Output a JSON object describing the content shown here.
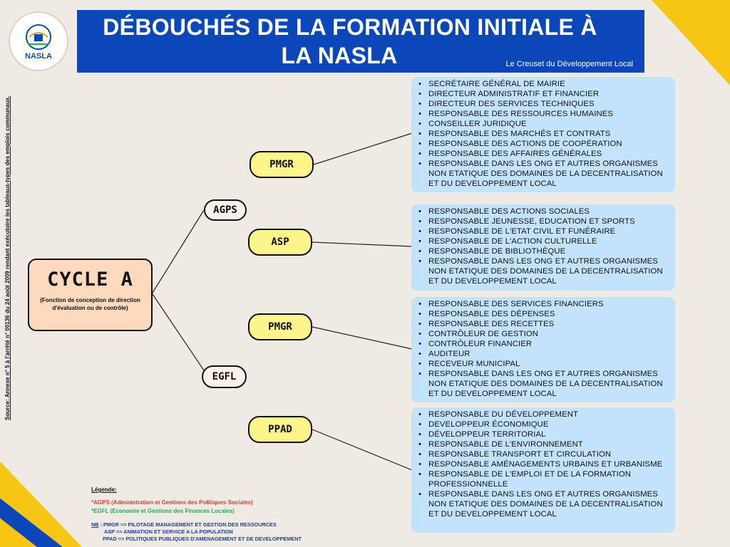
{
  "header": {
    "title_line1": "DÉBOUCHÉS DE LA FORMATION INITIALE À",
    "title_line2": "LA NASLA",
    "slogan": "Le Creuset du Développement Local",
    "logo_text": "NASLA"
  },
  "source": "Source: Annexe n° 5 à l'arrêté n° 00136 du 24 août 2009 rendant exécutoire les tableaux-types des emplois communaux.",
  "cycle": {
    "title": "CYCLE A",
    "subtitle": "(Fonction de conception de direction d'évaluation ou de contrôle)"
  },
  "groups": {
    "agps": "AGPS",
    "egfl": "EGFL"
  },
  "programs": [
    {
      "label": "PMGR",
      "items": [
        "SECRÉTAIRE GÉNÉRAL DE MAIRIE",
        "DIRECTEUR ADMINISTRATIF ET FINANCIER",
        "DIRECTEUR DES SERVICES TECHNIQUES",
        "RESPONSABLE DES RESSOURCES HUMAINES",
        "CONSEILLER JURIDIQUE",
        "RESPONSABLE DES MARCHÉS ET CONTRATS",
        "RESPONSABLE DES ACTIONS DE COOPÉRATION",
        "RESPONSABLE DES AFFAIRES GÉNÉRALES",
        "RESPONSABLE DANS LES ONG ET AUTRES ORGANISMES NON ETATIQUE DES DOMAINES DE LA DECENTRALISATION ET DU DEVELOPPEMENT LOCAL"
      ]
    },
    {
      "label": "ASP",
      "items": [
        "RESPONSABLE DES ACTIONS SOCIALES",
        "RESPONSABLE JEUNESSE, EDUCATION ET SPORTS",
        "RESPONSABLE DE L'ETAT CIVIL ET FUNÉRAIRE",
        "RESPONSABLE DE L'ACTION CULTURELLE",
        "RESPONSABLE DE BIBLIOTHÈQUE",
        "RESPONSABLE DANS LES ONG ET AUTRES ORGANISMES NON ETATIQUE DES DOMAINES DE LA DECENTRALISATION ET DU DEVELOPPEMENT LOCAL"
      ]
    },
    {
      "label": "PMGR",
      "items": [
        "RESPONSABLE DES SERVICES FINANCIERS",
        "RESPONSABLE DES DÉPENSES",
        "RESPONSABLE DES RECETTES",
        "CONTRÔLEUR DE GESTION",
        "CONTRÔLEUR FINANCIER",
        "AUDITEUR",
        "RECEVEUR MUNICIPAL",
        "RESPONSABLE DANS LES ONG ET AUTRES ORGANISMES NON ETATIQUE DES DOMAINES DE LA DECENTRALISATION ET DU DEVELOPPEMENT LOCAL"
      ]
    },
    {
      "label": "PPAD",
      "items": [
        "RESPONSABLE DU DÉVELOPPEMENT",
        "DEVELOPPEUR ÉCONOMIQUE",
        "DÉVELOPPEUR TERRITORIAL",
        "RESPONSABLE DE L'ENVIRONNEMENT",
        "RESPONSABLE TRANSPORT ET CIRCULATION",
        "RESPONSABLE AMÉNAGEMENTS URBAINS ET URBANISME",
        "RESPONSABLE DE L'EMPLOI ET DE LA FORMATION PROFESSIONNELLE",
        "RESPONSABLE DANS LES ONG ET AUTRES ORGANISMES NON ETATIQUE DES DOMAINES DE LA DECENTRALISATION ET DU DEVELOPPEMENT LOCAL"
      ]
    }
  ],
  "legend": {
    "title": "Légende:",
    "agps": "*AGPS (Administration et Gestions des Politiques Sociales)",
    "egfl": "*EGFL (Economie et Gestions des Finances Locales)",
    "nb_label": "NB",
    "nb_pmgr": ": PMGR => PILOTAGE MANAGEMENT ET GESTION DES RESSOURCES",
    "nb_asp": "ASP   => ANIMATION ET SERVICE A LA POPULATION",
    "nb_ppad": "PPAD  => POLITIQUES PUBLIQUES D'AMENAGEMENT ET DE DEVELOPPEMENT"
  },
  "colors": {
    "banner": "#0b47b8",
    "accent_yellow": "#f7c514",
    "cycle_box": "#fdd9bd",
    "program_node": "#fdf58a",
    "panel": "#c3e3fd",
    "legend_agps": "#e13d2f",
    "legend_egfl": "#2aa65c"
  }
}
